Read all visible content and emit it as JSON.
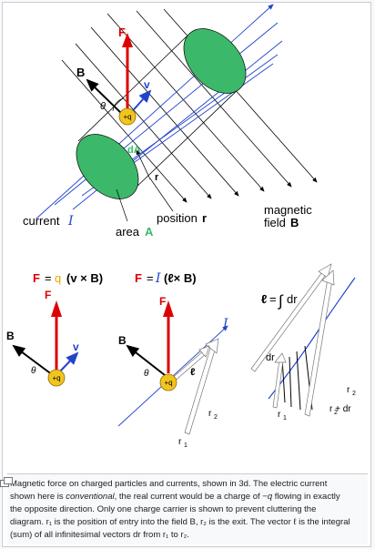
{
  "top_diagram": {
    "label_F": "F",
    "label_B": "B",
    "label_v": "v",
    "label_theta": "θ",
    "label_charge": "+q",
    "label_dA": "dA",
    "label_r": "r",
    "label_current": "current",
    "label_I": "I",
    "label_position": "position",
    "label_position_r": "r",
    "label_area": "area",
    "label_area_A": "A",
    "label_field_1": "magnetic",
    "label_field_2": "field",
    "label_field_B": "B"
  },
  "eq_charge": {
    "F": "F",
    "eq": "=",
    "q": "q",
    "rest": "(v × B)",
    "label_F": "F",
    "label_B": "B",
    "label_v": "v",
    "label_theta": "θ",
    "label_charge": "+q"
  },
  "eq_current": {
    "F": "F",
    "eq": "=",
    "I": "I",
    "rest": "(ℓ× B)",
    "label_F": "F",
    "label_B": "B",
    "label_I": "I",
    "label_l": "ℓ",
    "label_theta": "θ",
    "label_charge": "+q",
    "label_r2": "r",
    "label_r2_sub": "2",
    "label_r1": "r",
    "label_r1_sub": "1"
  },
  "eq_integral": {
    "lhs": "ℓ",
    "eq": "=",
    "integral": "∫",
    "rhs": "dr",
    "label_dr": "dr",
    "label_r2": "r",
    "label_r2_sub": "2",
    "label_r1": "r",
    "label_r1_sub": "1",
    "label_r2dr": "r + dr",
    "label_r2dr_sub": "2"
  },
  "caption": {
    "p1": "Magnetic force on charged particles and currents, shown in 3d. The electric current shown here is ",
    "p1_em": "conventional",
    "p2": ", the real current would be a charge of −",
    "p2_em": "q",
    "p3": " flowing in exactly the opposite direction. Only one charge carrier is shown to prevent cluttering the diagram. r₁ is the position of entry into the field B, r₂ is the exit. The vector ℓ is the integral (sum) of all infinitesimal vectors dr from r₁ to r₂."
  },
  "colors": {
    "force": "#dd0000",
    "charge": "#f2c51e",
    "current_line": "#2244cc",
    "cylinder": "#3cb86a",
    "current_blue": "#0a2fd6"
  }
}
